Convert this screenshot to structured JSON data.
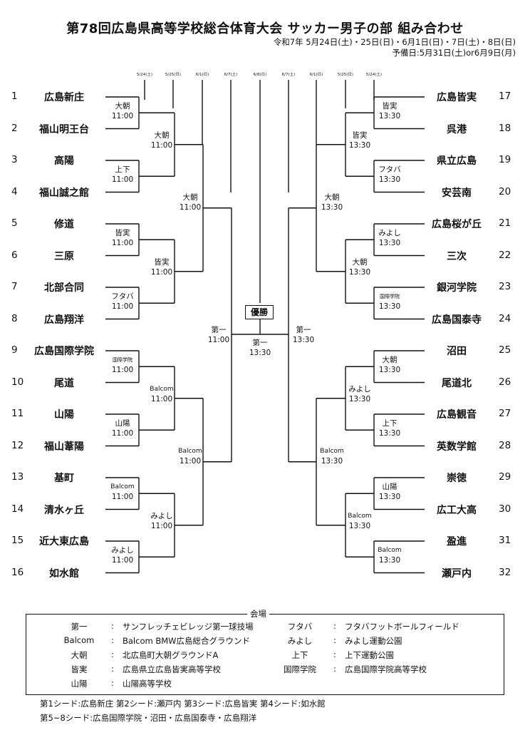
{
  "title": "第78回広島県高等学校総合体育大会 サッカー男子の部 組み合わせ",
  "dates_line": "令和7年 5月24日(土)・25日(日)・6月1日(日)・7日(土)・8日(日)",
  "reserve_line": "予備日:5月31日(土)or6月9日(月)",
  "round_dates": [
    "5/24(土)",
    "5/25(日)",
    "6/1(日)",
    "6/7(土)",
    "6/8(日)",
    "6/7(土)",
    "6/1(日)",
    "5/25(日)",
    "5/24(土)"
  ],
  "left_teams": [
    {
      "no": "1",
      "name": "広島新庄"
    },
    {
      "no": "2",
      "name": "福山明王台"
    },
    {
      "no": "3",
      "name": "高陽"
    },
    {
      "no": "4",
      "name": "福山誠之館"
    },
    {
      "no": "5",
      "name": "修道"
    },
    {
      "no": "6",
      "name": "三原"
    },
    {
      "no": "7",
      "name": "北部合同"
    },
    {
      "no": "8",
      "name": "広島翔洋"
    },
    {
      "no": "9",
      "name": "広島国際学院"
    },
    {
      "no": "10",
      "name": "尾道"
    },
    {
      "no": "11",
      "name": "山陽"
    },
    {
      "no": "12",
      "name": "福山葦陽"
    },
    {
      "no": "13",
      "name": "基町"
    },
    {
      "no": "14",
      "name": "清水ヶ丘"
    },
    {
      "no": "15",
      "name": "近大東広島"
    },
    {
      "no": "16",
      "name": "如水館"
    }
  ],
  "right_teams": [
    {
      "no": "17",
      "name": "広島皆実"
    },
    {
      "no": "18",
      "name": "呉港"
    },
    {
      "no": "19",
      "name": "県立広島"
    },
    {
      "no": "20",
      "name": "安芸南"
    },
    {
      "no": "21",
      "name": "広島桜が丘"
    },
    {
      "no": "22",
      "name": "三次"
    },
    {
      "no": "23",
      "name": "銀河学院"
    },
    {
      "no": "24",
      "name": "広島国泰寺"
    },
    {
      "no": "25",
      "name": "沼田"
    },
    {
      "no": "26",
      "name": "尾道北"
    },
    {
      "no": "27",
      "name": "広島観音"
    },
    {
      "no": "28",
      "name": "英数学館"
    },
    {
      "no": "29",
      "name": "崇徳"
    },
    {
      "no": "30",
      "name": "広工大高"
    },
    {
      "no": "31",
      "name": "盈進"
    },
    {
      "no": "32",
      "name": "瀬戸内"
    }
  ],
  "left_r1": [
    {
      "venue": "大朝",
      "time": "11:00"
    },
    {
      "venue": "上下",
      "time": "11:00"
    },
    {
      "venue": "皆実",
      "time": "11:00"
    },
    {
      "venue": "フタバ",
      "time": "11:00"
    },
    {
      "venue": "国際学院",
      "time": "11:00"
    },
    {
      "venue": "山陽",
      "time": "11:00"
    },
    {
      "venue": "Balcom",
      "time": "11:00"
    },
    {
      "venue": "みよし",
      "time": "11:00"
    }
  ],
  "left_r2": [
    {
      "venue": "大朝",
      "time": "11:00"
    },
    {
      "venue": "皆実",
      "time": "11:00"
    },
    {
      "venue": "Balcom",
      "time": "11:00"
    },
    {
      "venue": "みよし",
      "time": "11:00"
    }
  ],
  "left_r3": [
    {
      "venue": "大朝",
      "time": "11:00"
    },
    {
      "venue": "Balcom",
      "time": "11:00"
    }
  ],
  "left_sf": {
    "venue": "第一",
    "time": "11:00"
  },
  "right_r1": [
    {
      "venue": "皆実",
      "time": "13:30"
    },
    {
      "venue": "フタバ",
      "time": "13:30"
    },
    {
      "venue": "みよし",
      "time": "13:30"
    },
    {
      "venue": "国際学院",
      "time": "13:30"
    },
    {
      "venue": "大朝",
      "time": "13:30"
    },
    {
      "venue": "上下",
      "time": "13:30"
    },
    {
      "venue": "山陽",
      "time": "13:30"
    },
    {
      "venue": "Balcom",
      "time": "13:30"
    }
  ],
  "right_r2": [
    {
      "venue": "皆実",
      "time": "13:30"
    },
    {
      "venue": "大朝",
      "time": "13:30"
    },
    {
      "venue": "みよし",
      "time": "13:30"
    },
    {
      "venue": "Balcom",
      "time": "13:30"
    }
  ],
  "right_r3": [
    {
      "venue": "大朝",
      "time": "13:30"
    },
    {
      "venue": "Balcom",
      "time": "13:30"
    }
  ],
  "right_sf": {
    "venue": "第一",
    "time": "13:30"
  },
  "final": {
    "label": "優勝",
    "venue": "第一",
    "time": "13:30"
  },
  "venues_legend": "会場",
  "venues": [
    {
      "abbr": "第一",
      "name": "サンフレッチェビレッジ第一球技場"
    },
    {
      "abbr": "Balcom",
      "name": "Balcom BMW広島総合グラウンド"
    },
    {
      "abbr": "大朝",
      "name": "北広島町大朝グラウンドA"
    },
    {
      "abbr": "皆実",
      "name": "広島県立広島皆実高等学校"
    },
    {
      "abbr": "山陽",
      "name": "山陽高等学校"
    },
    {
      "abbr": "フタバ",
      "name": "フタバフットボールフィールド"
    },
    {
      "abbr": "みよし",
      "name": "みよし運動公園"
    },
    {
      "abbr": "上下",
      "name": "上下運動公園"
    },
    {
      "abbr": "国際学院",
      "name": "広島国際学院高等学校"
    }
  ],
  "seeds_line1": "第1シード:広島新庄 第2シード:瀬戸内 第3シード:広島皆実 第4シード:如水館",
  "seeds_line2": "第5~8シード:広島国際学院・沼田・広島国泰寺・広島翔洋"
}
